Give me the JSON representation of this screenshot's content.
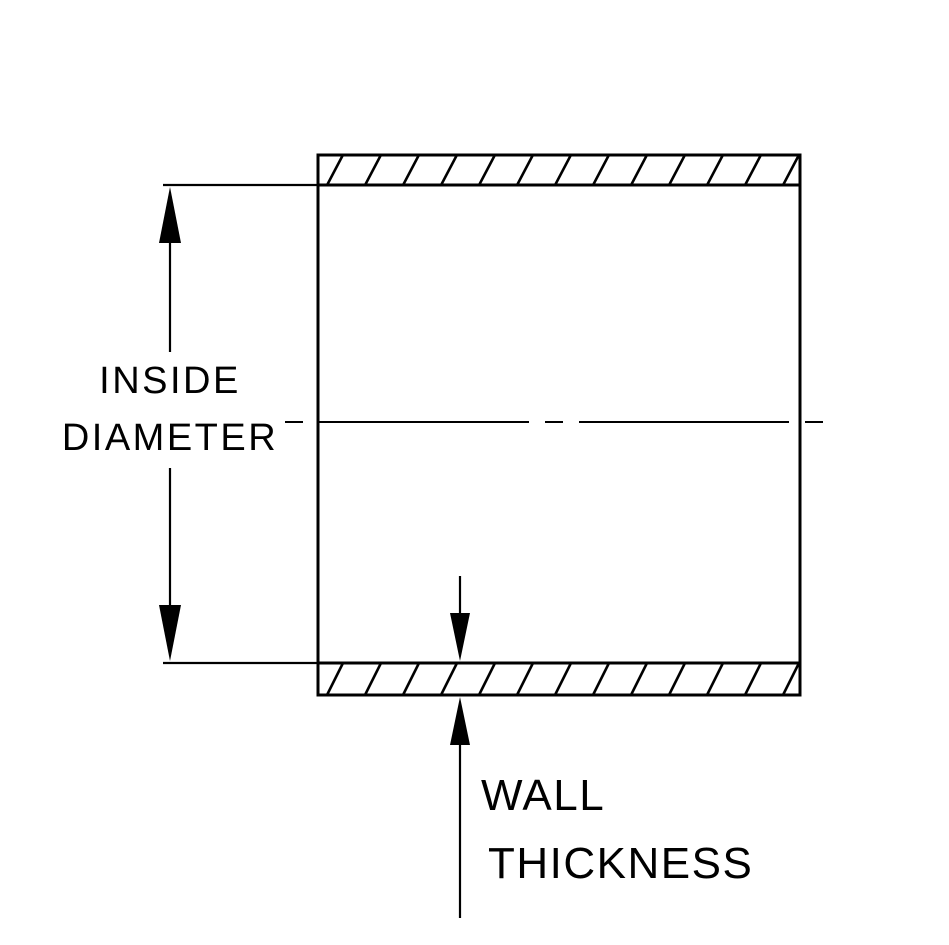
{
  "colors": {
    "line": "#000000",
    "background": "#ffffff"
  },
  "labels": {
    "inside_diameter": {
      "line1": "INSIDE",
      "line2": "DIAMETER"
    },
    "wall_thickness": {
      "line1": "WALL",
      "line2": "THICKNESS"
    }
  }
}
